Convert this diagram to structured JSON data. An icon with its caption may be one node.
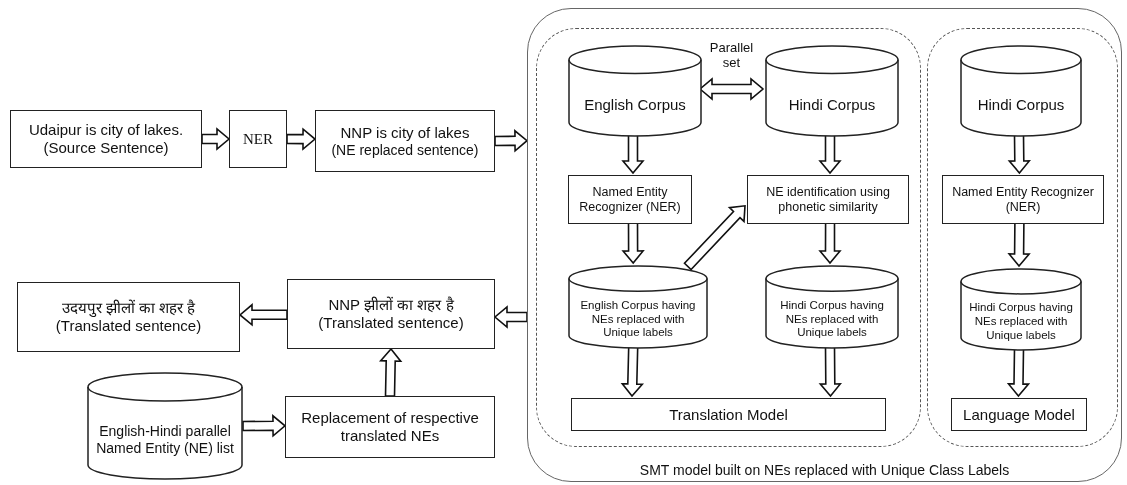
{
  "diagram": {
    "nodes": [
      {
        "text": [
          "Udaipur is city of lakes.",
          "(Source Sentence)"
        ]
      },
      {
        "text": [
          "NER"
        ]
      },
      {
        "text": [
          "NNP is city of lakes",
          "(NE replaced sentence)"
        ]
      },
      {
        "text": [
          "SMT model built on NEs replaced with Unique Class Labels"
        ]
      },
      {
        "text": [],
        "shape": "box",
        "in": 3
      },
      {
        "text": [],
        "shape": "box",
        "in": 3
      },
      {
        "text": [
          "English Corpus"
        ],
        "in": 4
      },
      {
        "text": [
          "Hindi Corpus"
        ],
        "in": 4
      },
      {
        "text": [
          "Named Entity Recognizer (NER)"
        ],
        "in": 4
      },
      {
        "text": [
          "NE identification using phonetic similarity"
        ],
        "in": 4
      },
      {
        "text": [
          "English Corpus having NEs replaced with Unique labels"
        ],
        "in": 4
      },
      {
        "text": [
          "Hindi Corpus having NEs replaced with Unique labels"
        ],
        "in": 4
      },
      {
        "text": [
          "Translation Model"
        ],
        "in": 4
      },
      {
        "text": [
          "Hindi Corpus"
        ],
        "in": 5
      },
      {
        "text": [
          "Named Entity Recognizer (NER)"
        ],
        "in": 5
      },
      {
        "text": [
          "Hindi Corpus having NEs replaced with Unique labels"
        ],
        "in": 5
      },
      {
        "text": [
          "Language Model"
        ],
        "in": 5
      },
      {
        "text": [
          "उदयपुर झीलों का शहर है",
          "(Translated sentence)"
        ]
      },
      {
        "text": [
          "NNP झीलों का शहर है",
          "(Translated sentence)"
        ]
      },
      {
        "text": [
          "English-Hindi parallel Named Entity (NE) list"
        ]
      },
      {
        "text": [
          "Replacement of respective translated NEs"
        ]
      }
    ],
    "edges": [
      {
        "from": 0,
        "to": 1,
        "arrow": "to"
      },
      {
        "from": 1,
        "to": 2,
        "arrow": "to"
      },
      {
        "from": 2,
        "to": 3,
        "arrow": "to"
      },
      {
        "from": 6,
        "to": 7,
        "arrow": "both",
        "label": "Parallel set"
      },
      {
        "from": 6,
        "to": 8,
        "arrow": "to"
      },
      {
        "from": 7,
        "to": 9,
        "arrow": "to"
      },
      {
        "from": 8,
        "to": 10,
        "arrow": "to"
      },
      {
        "from": 10,
        "to": 9,
        "arrow": "to"
      },
      {
        "from": 9,
        "to": 11,
        "arrow": "to"
      },
      {
        "from": 10,
        "to": 12,
        "arrow": "to"
      },
      {
        "from": 11,
        "to": 12,
        "arrow": "to"
      },
      {
        "from": 13,
        "to": 14,
        "arrow": "to"
      },
      {
        "from": 14,
        "to": 15,
        "arrow": "to"
      },
      {
        "from": 15,
        "to": 16,
        "arrow": "to"
      },
      {
        "from": 3,
        "to": 18,
        "arrow": "to"
      },
      {
        "from": 18,
        "to": 17,
        "arrow": "to"
      },
      {
        "from": 19,
        "to": 20,
        "arrow": "to"
      },
      {
        "from": 20,
        "to": 18,
        "arrow": "to"
      }
    ]
  }
}
